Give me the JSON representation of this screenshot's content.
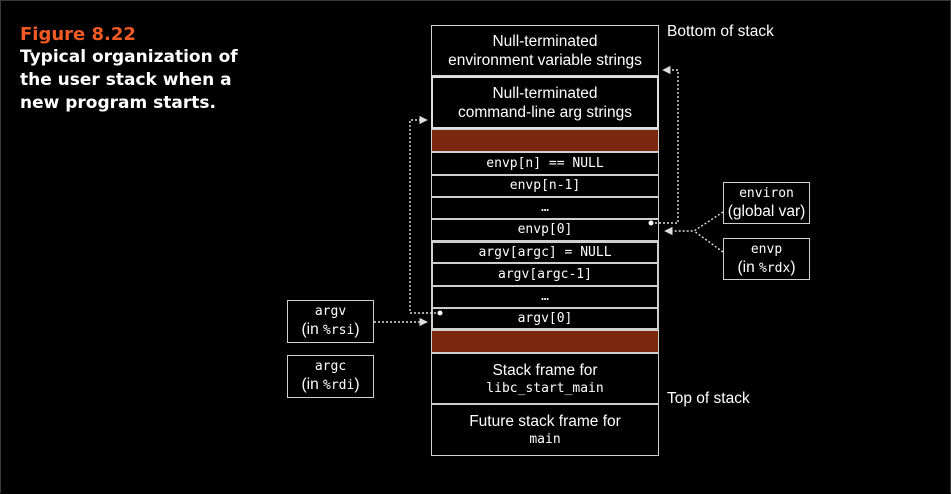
{
  "caption": {
    "figure_number": "Figure 8.22",
    "title": "Typical organization of\nthe user stack when a\nnew program starts."
  },
  "labels": {
    "bottom": "Bottom of stack",
    "top": "Top of stack"
  },
  "stack": {
    "env_strings": [
      "Null-terminated",
      "environment variable strings"
    ],
    "arg_strings": [
      "Null-terminated",
      "command-line arg strings"
    ],
    "envp_n": "envp[n] == NULL",
    "envp_n1": "envp[n-1]",
    "envp_dots": "…",
    "envp_0": "envp[0]",
    "argv_argc": "argv[argc] = NULL",
    "argv_argc1": "argv[argc-1]",
    "argv_dots": "…",
    "argv_0": "argv[0]",
    "libc_frame": [
      "Stack frame for",
      "libc_start_main"
    ],
    "main_frame": [
      "Future stack frame for",
      "main"
    ]
  },
  "side": {
    "environ": {
      "name": "environ",
      "desc": "(global var)"
    },
    "envp": {
      "name": "envp",
      "desc_pre": "(in ",
      "reg": "%rdx",
      "desc_post": ")"
    },
    "argv": {
      "name": "argv",
      "desc_pre": "(in ",
      "reg": "%rsi",
      "desc_post": ")"
    },
    "argc": {
      "name": "argc",
      "desc_pre": "(in ",
      "reg": "%rdi",
      "desc_post": ")"
    }
  },
  "colors": {
    "accent": "#f15a24",
    "padding_fill": "#7a2910",
    "line": "#cfcfcf"
  }
}
